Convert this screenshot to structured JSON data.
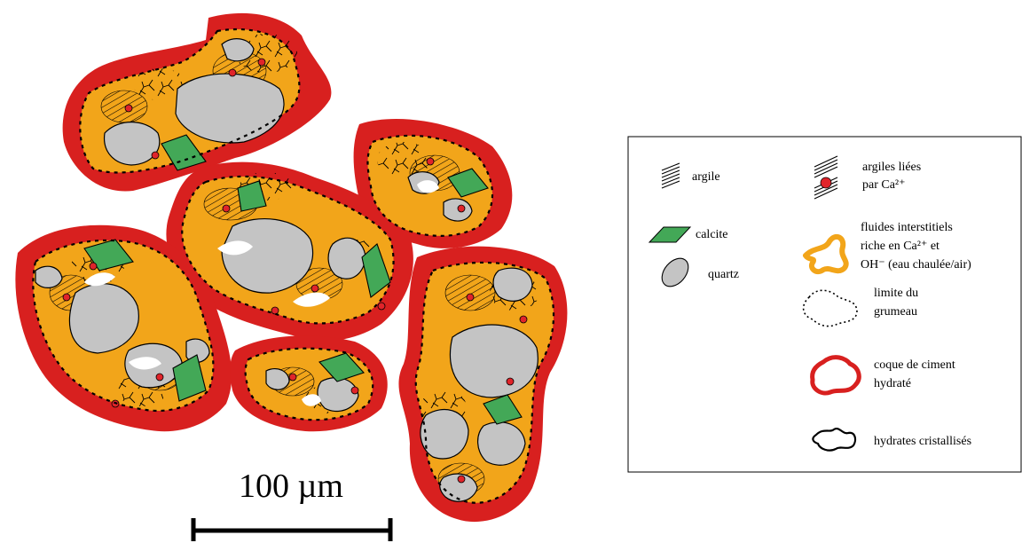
{
  "scale_bar": {
    "label": "100 µm"
  },
  "legend": {
    "items": [
      {
        "id": "argile",
        "lines": [
          "argile"
        ]
      },
      {
        "id": "argiles-liees",
        "lines": [
          "argiles liées",
          "par Ca²⁺"
        ]
      },
      {
        "id": "calcite",
        "lines": [
          "calcite"
        ]
      },
      {
        "id": "quartz",
        "lines": [
          "quartz"
        ]
      },
      {
        "id": "fluides",
        "lines": [
          "fluides interstitiels",
          "riche en Ca²⁺ et",
          "OH⁻ (eau chaulée/air)"
        ]
      },
      {
        "id": "limite",
        "lines": [
          "limite du",
          "grumeau"
        ]
      },
      {
        "id": "coque",
        "lines": [
          "coque de ciment",
          "hydraté"
        ]
      },
      {
        "id": "hydrates",
        "lines": [
          "hydrates cristallisés"
        ]
      }
    ]
  },
  "colors": {
    "cement_shell": "#d8201f",
    "fluid": "#f2a51a",
    "quartz": "#c4c4c4",
    "calcite": "#43a857",
    "ca_ion": "#e0242a",
    "outline": "#000000"
  }
}
